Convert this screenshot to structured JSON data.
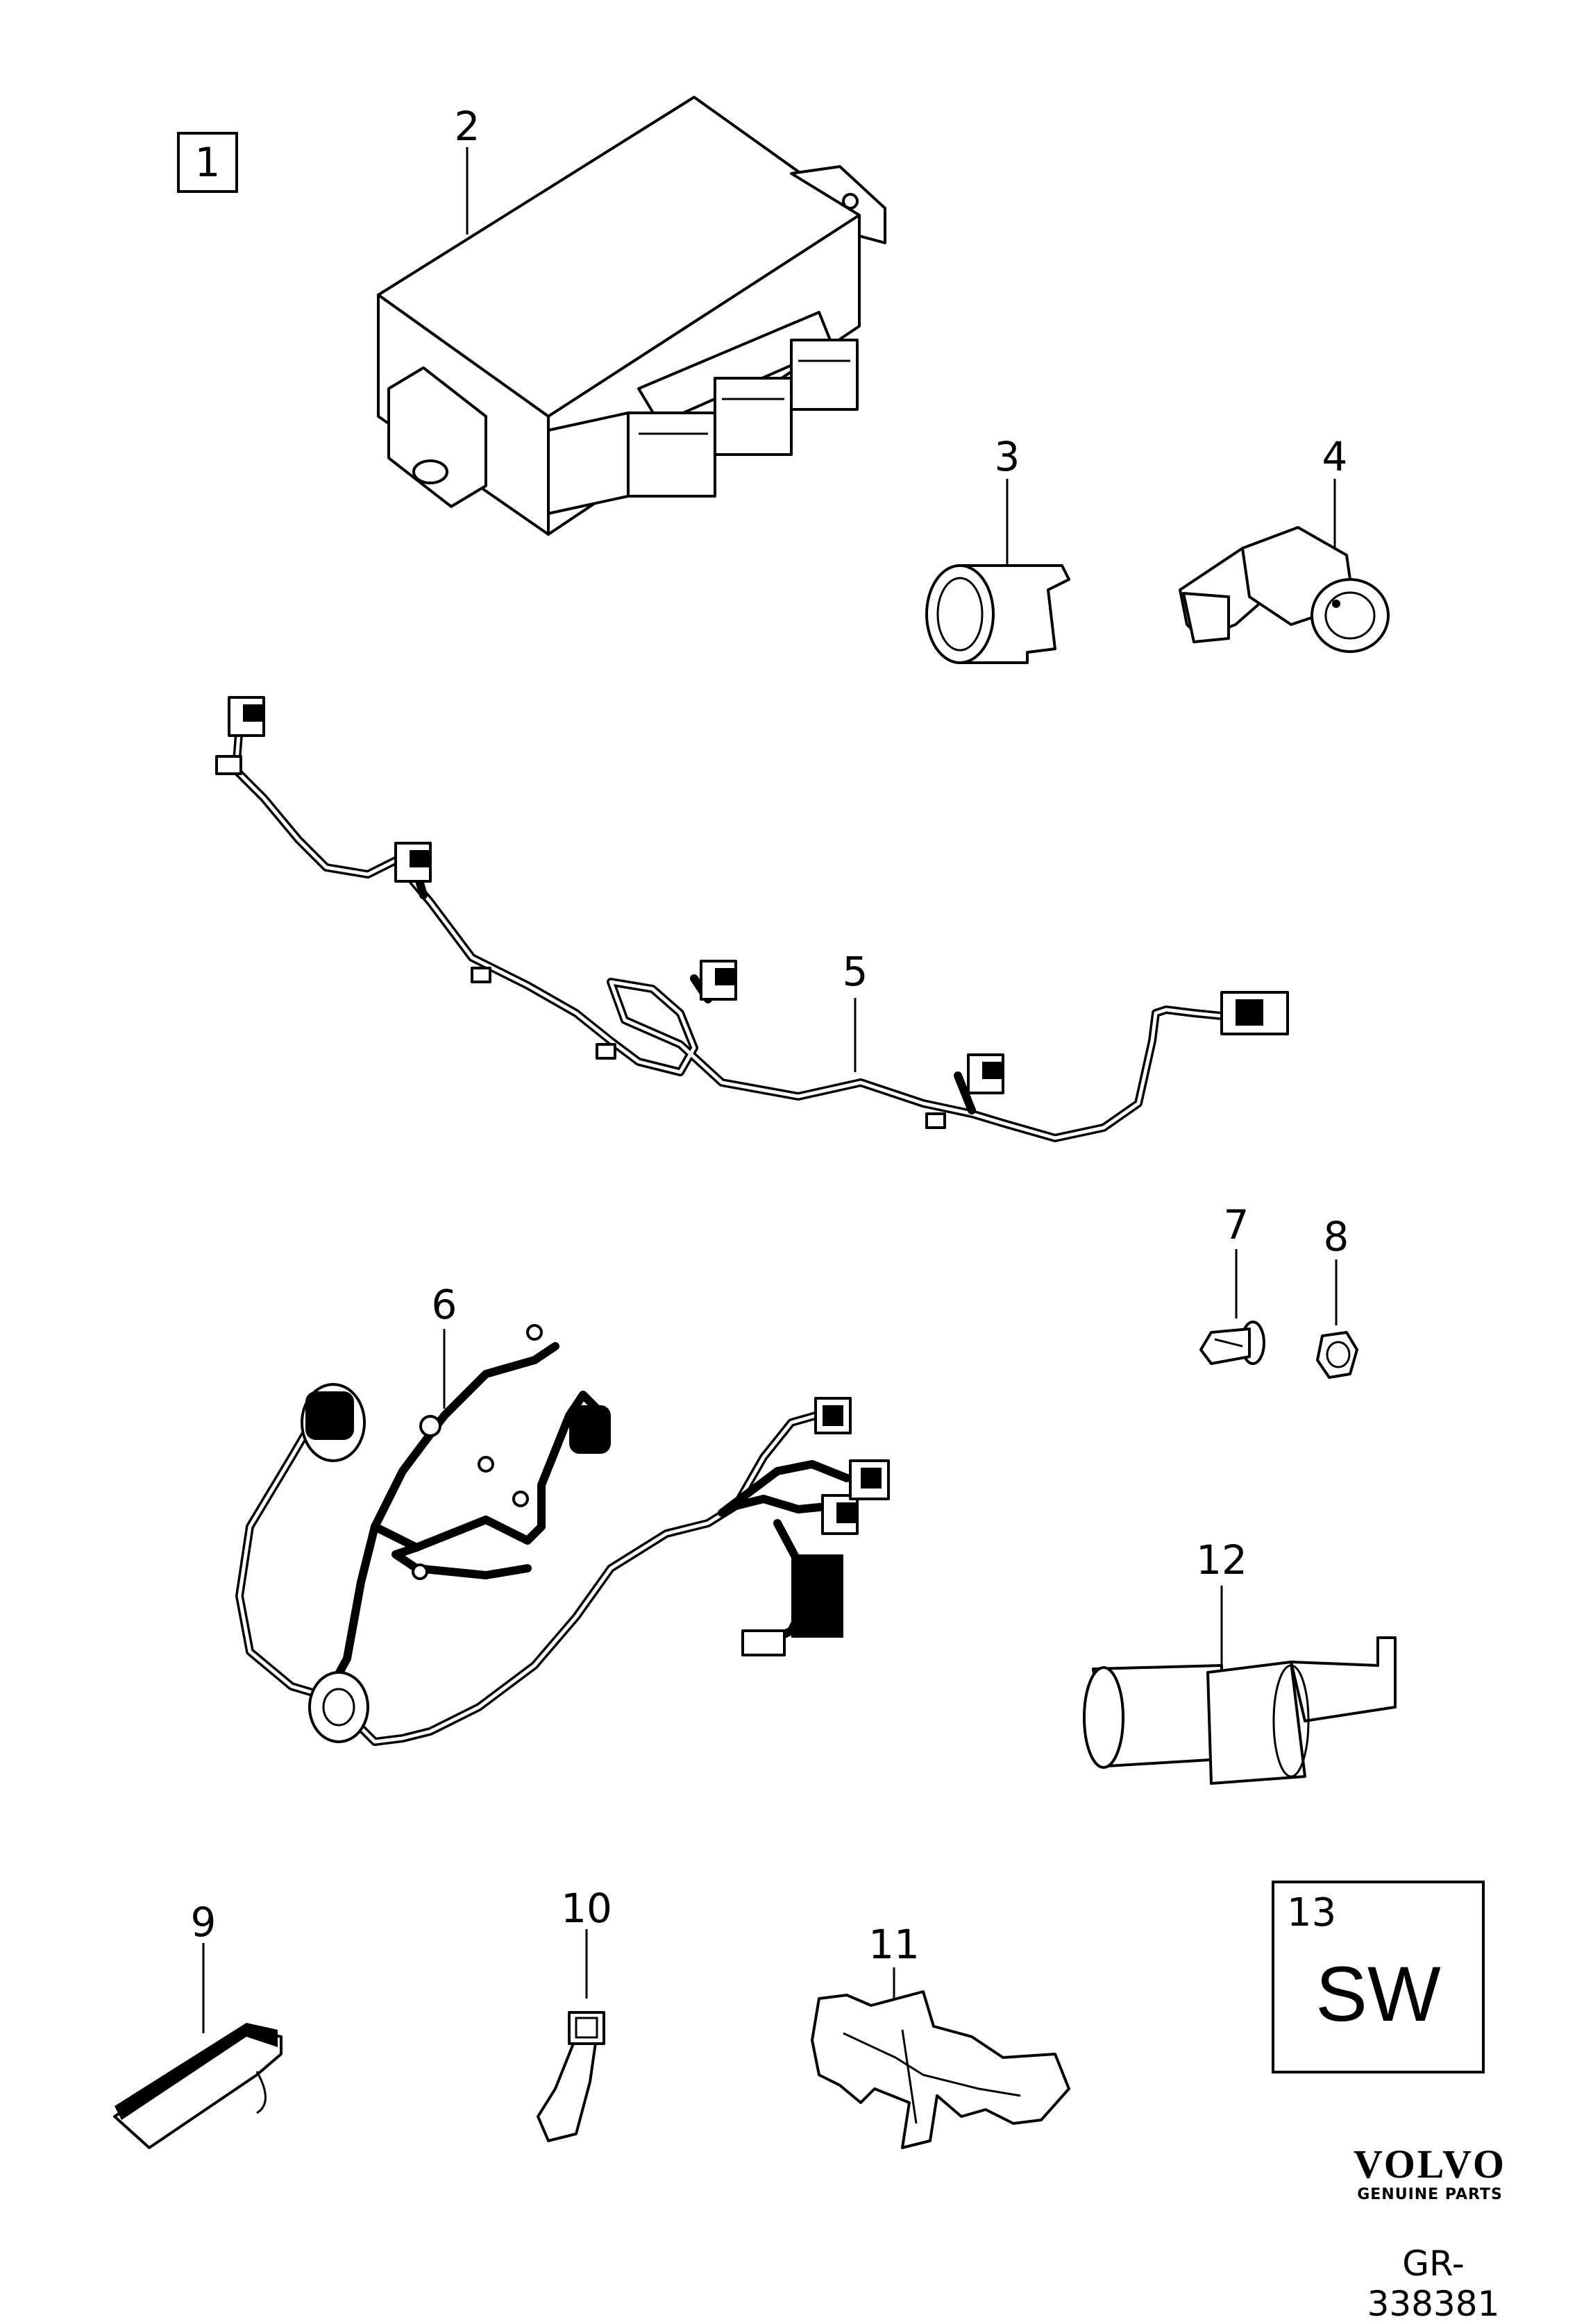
{
  "group_label": "1",
  "callouts": {
    "p2": "2",
    "p3": "3",
    "p4": "4",
    "p5": "5",
    "p6": "6",
    "p7": "7",
    "p8": "8",
    "p9": "9",
    "p10": "10",
    "p11": "11",
    "p12": "12"
  },
  "software_box": {
    "number": "13",
    "text": "SW"
  },
  "brand": {
    "name": "VOLVO",
    "tagline": "GENUINE PARTS"
  },
  "reference": "GR-338381"
}
